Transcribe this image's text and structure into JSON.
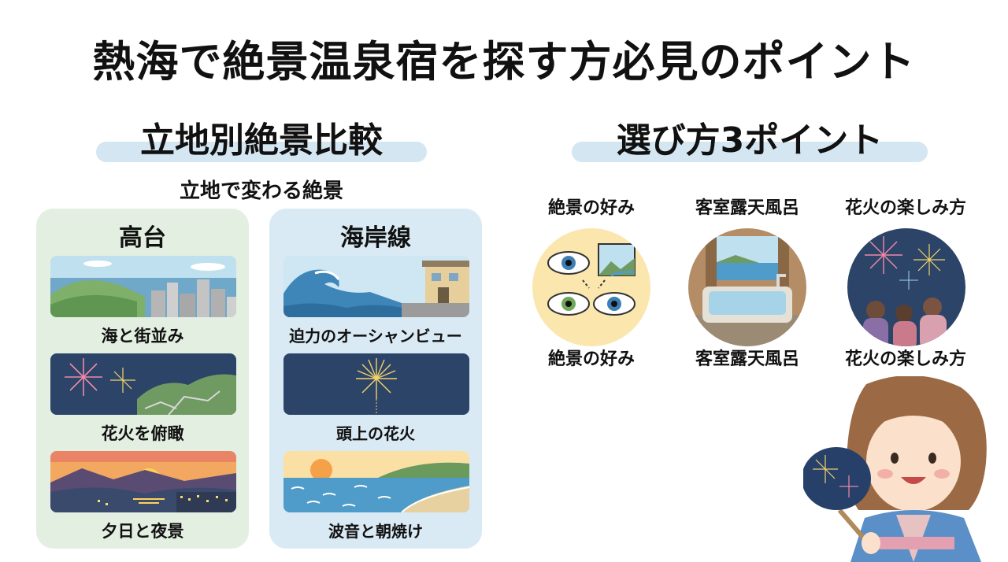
{
  "main_title": "熱海で絶景温泉宿を探す方必見のポイント",
  "left_section": {
    "title": "立地別絶景比較",
    "subtitle": "立地で変わる絶景",
    "columns": [
      {
        "heading": "高台",
        "cards": [
          {
            "label": "海と街並み",
            "icon": "hill-sea-town-illustration"
          },
          {
            "label": "花火を俯瞰",
            "icon": "fireworks-overlook-illustration"
          },
          {
            "label": "夕日と夜景",
            "icon": "sunset-night-view-illustration"
          }
        ]
      },
      {
        "heading": "海岸線",
        "cards": [
          {
            "label": "迫力のオーシャンビュー",
            "icon": "wave-ocean-view-illustration"
          },
          {
            "label": "頭上の花火",
            "icon": "overhead-firework-illustration"
          },
          {
            "label": "波音と朝焼け",
            "icon": "shore-sunrise-illustration"
          }
        ]
      }
    ]
  },
  "right_section": {
    "title": "選び方3ポイント",
    "points": [
      {
        "top_label": "絶景の好み",
        "bottom_label": "絶景の好み",
        "icon": "eyes-view-icon"
      },
      {
        "top_label": "客室露天風呂",
        "bottom_label": "客室露天風呂",
        "icon": "open-air-bath-icon"
      },
      {
        "top_label": "花火の楽しみ方",
        "bottom_label": "花火の楽しみ方",
        "icon": "fireworks-viewers-icon"
      }
    ]
  },
  "colors": {
    "title_highlight": "#d3e6f1",
    "column_green": "#e3efe1",
    "column_blue": "#d9eaf4",
    "night_navy": "#2c4467"
  },
  "decorations": {
    "character": "yukata-girl-with-fan-illustration"
  }
}
